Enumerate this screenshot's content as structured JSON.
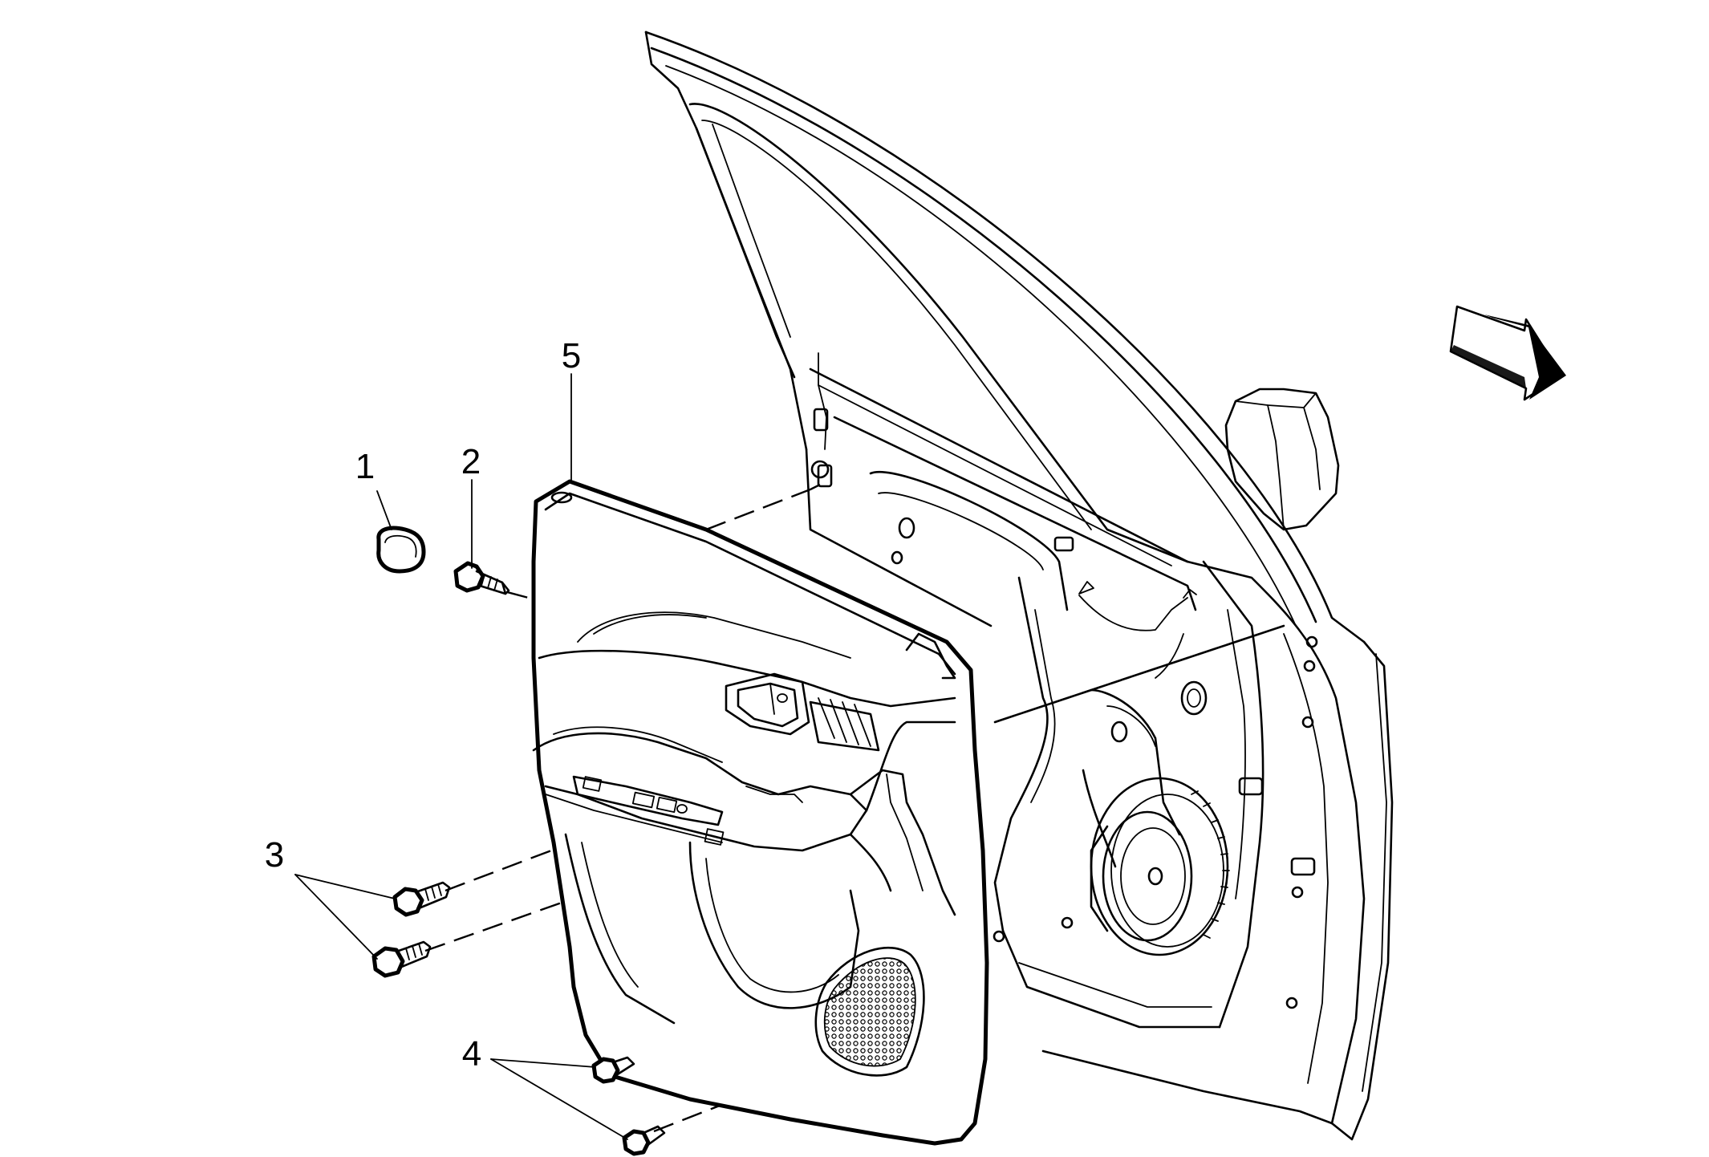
{
  "callouts": {
    "c1": "1",
    "c2": "2",
    "c3": "3",
    "c4": "4",
    "c5": "5"
  },
  "icons": {
    "direction": "front-direction-arrow-icon"
  },
  "colors": {
    "ink": "#000000",
    "paper": "#ffffff"
  }
}
